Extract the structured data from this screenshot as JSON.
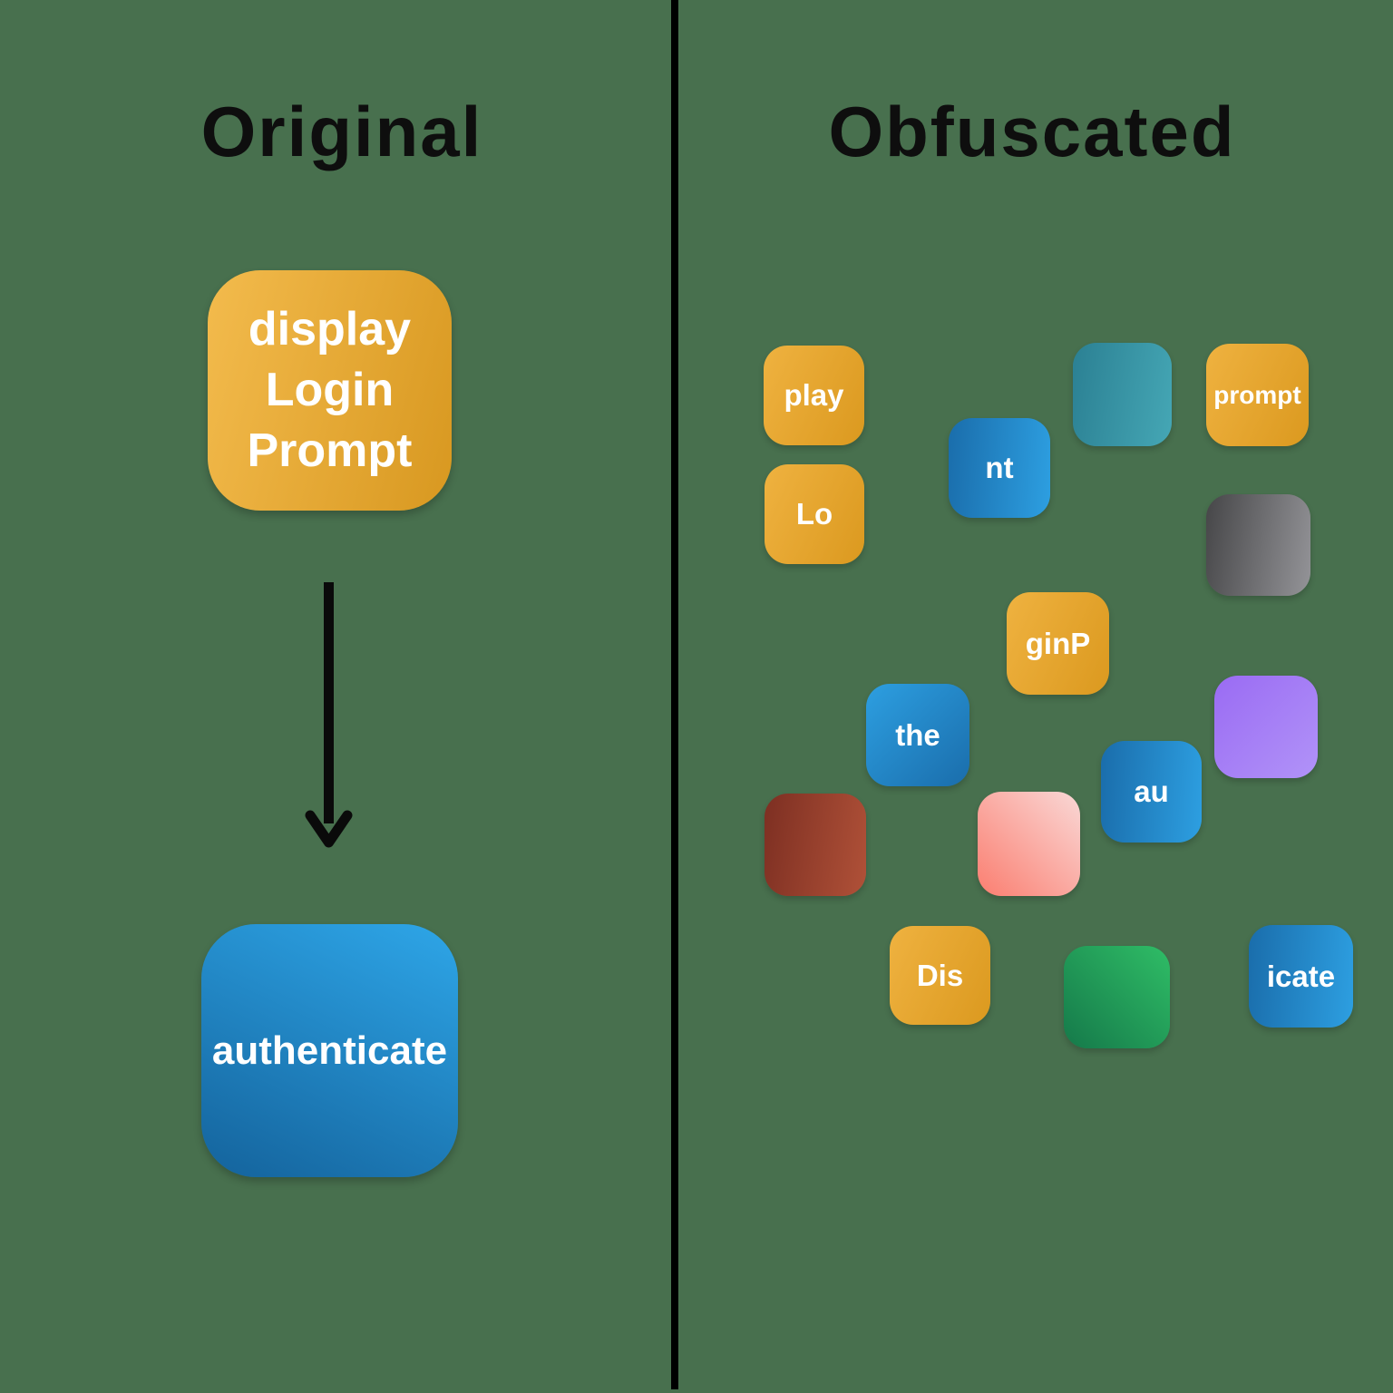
{
  "colors": {
    "background": "#48704e",
    "divider": "#000000",
    "title_text": "#0e0e0e",
    "node_text": "#ffffff",
    "arrow": "#0a0a0a"
  },
  "palette": {
    "gold_big": {
      "angle": "105deg",
      "from": "#f3bb4d",
      "to": "#d89820"
    },
    "blue_big": {
      "angle": "205deg",
      "from": "#2ea6e8",
      "to": "#14639c"
    },
    "gold": {
      "angle": "115deg",
      "from": "#efb240",
      "to": "#db991f"
    },
    "blue": {
      "angle": "95deg",
      "from": "#1a6dab",
      "to": "#2d9fe1"
    },
    "blue_diag": {
      "angle": "135deg",
      "from": "#2d9fe1",
      "to": "#1a6dab"
    },
    "teal": {
      "angle": "100deg",
      "from": "#2b8093",
      "to": "#45a7b5"
    },
    "gray": {
      "angle": "100deg",
      "from": "#464648",
      "to": "#949498"
    },
    "purple": {
      "angle": "135deg",
      "from": "#9a6bf3",
      "to": "#b193f8"
    },
    "red": {
      "angle": "100deg",
      "from": "#7d2f22",
      "to": "#b05138"
    },
    "pink": {
      "angle": "45deg",
      "from": "#fb7e70",
      "to": "#f9d8d6"
    },
    "green": {
      "angle": "45deg",
      "from": "#15794a",
      "to": "#2fbd66"
    }
  },
  "left_panel": {
    "title": "Original",
    "node1": {
      "color": "gold_big",
      "lines": [
        "display",
        "Login",
        "Prompt"
      ]
    },
    "node2": {
      "color": "blue_big",
      "label": "authenticate"
    }
  },
  "right_panel": {
    "title": "Obfuscated",
    "fragments": [
      {
        "label": "play",
        "color": "gold"
      },
      {
        "label": "",
        "color": "teal"
      },
      {
        "label": "prompt",
        "color": "gold"
      },
      {
        "label": "nt",
        "color": "blue"
      },
      {
        "label": "Lo",
        "color": "gold"
      },
      {
        "label": "",
        "color": "gray"
      },
      {
        "label": "ginP",
        "color": "gold"
      },
      {
        "label": "the",
        "color": "blue_diag"
      },
      {
        "label": "",
        "color": "purple"
      },
      {
        "label": "au",
        "color": "blue"
      },
      {
        "label": "",
        "color": "red"
      },
      {
        "label": "",
        "color": "pink"
      },
      {
        "label": "Dis",
        "color": "gold"
      },
      {
        "label": "",
        "color": "green"
      },
      {
        "label": "icate",
        "color": "blue"
      }
    ]
  }
}
